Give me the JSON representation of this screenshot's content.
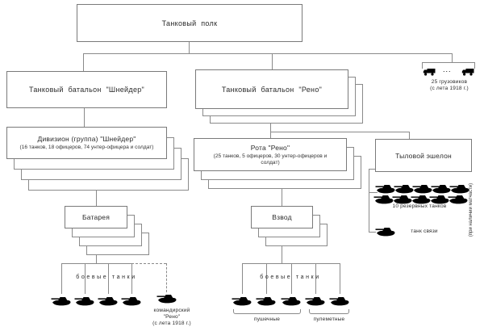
{
  "diagram": {
    "root": {
      "label": "Танковый  полк"
    },
    "schneider_battalion": {
      "label": "Танковый  батальон  \"Шнейдер\""
    },
    "renault_battalion": {
      "label": "Танковый батальон  \"Рено\"",
      "stack_count": 3
    },
    "schneider_division": {
      "title": "Дивизион (группа) \"Шнейдер\"",
      "subtitle": "(16 танков, 18 офицеров, 74 унтер-офицера и солдат)",
      "stack_count": 4
    },
    "renault_company": {
      "title": "Рота \"Рено\"",
      "subtitle": "(25 танков, 5 офицеров, 30 унтер-офицеров и солдат)",
      "stack_count": 3
    },
    "rear_echelon": {
      "label": "Тыловой эшелон"
    },
    "battery": {
      "label": "Батарея",
      "stack_count": 4
    },
    "platoon": {
      "label": "Взвод",
      "stack_count": 3
    },
    "trucks": {
      "ellipsis": "...",
      "caption_line1": "25 грузовиков",
      "caption_line2": "(с лета 1918 г.)"
    },
    "schneider_tanks": {
      "label": "боевые танки",
      "tank_count": 4,
      "commander_line1": "командирский",
      "commander_line2": "\"Рено\"",
      "commander_line3": "(с лета 1918 г.)"
    },
    "renault_tanks": {
      "label": "боевые танки",
      "tank_count": 5,
      "groups": [
        {
          "label": "пушечные",
          "span": 3
        },
        {
          "label": "пулеметные",
          "span": 2
        }
      ]
    },
    "rear_detail": {
      "reserve_label": "10 резервных танков",
      "reserve_rows": 2,
      "reserve_per_row": 5,
      "liaison_label": "танк связи",
      "availability_note": "(при наличии матчасти)"
    }
  },
  "colors": {
    "line": "#8a8a8a",
    "border": "#7a7a7a",
    "icon": "#000000",
    "text": "#2b2b2b",
    "background": "#ffffff"
  }
}
